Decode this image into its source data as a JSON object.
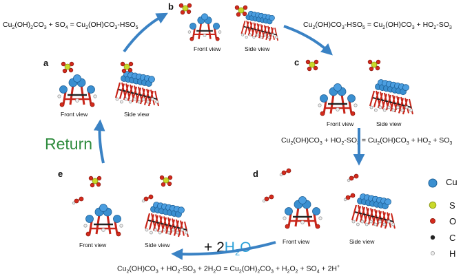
{
  "equations": {
    "top_left": [
      "Cu",
      "2",
      "(OH)",
      "2",
      "CO",
      "3",
      " + SO",
      "4",
      " = Cu",
      "2",
      "(OH)CO",
      "3",
      "-HSO",
      "5"
    ],
    "top_right": [
      "Cu",
      "2",
      "(OH)CO",
      "3",
      "-HSO",
      "5",
      " = Cu",
      "2",
      "(OH)CO",
      "3",
      " + HO",
      "2",
      "-SO",
      "3"
    ],
    "middle_right": [
      "Cu",
      "2",
      "(OH)CO",
      "3",
      " + HO",
      "2",
      "-SO",
      "3",
      " = Cu",
      "2",
      "(OH)CO",
      "3",
      " + HO",
      "2",
      " + SO",
      "3"
    ],
    "bottom": [
      "Cu",
      "2",
      "(OH)CO",
      "3",
      " + HO",
      "2",
      "-SO",
      "3",
      " + 2H",
      "2",
      "O = Cu",
      "2",
      "(OH)",
      "2",
      "CO",
      "3",
      " + H",
      "2",
      "O",
      "2",
      " + SO",
      "4",
      " + 2H",
      "+",
      ""
    ]
  },
  "panels": {
    "a": {
      "letter": "a",
      "front": "Front view",
      "side": "Side view"
    },
    "b": {
      "letter": "b",
      "front": "Front view",
      "side": "Side view"
    },
    "c": {
      "letter": "c",
      "front": "Front view",
      "side": "Side view"
    },
    "d": {
      "letter": "d",
      "front": "Front view",
      "side": "Side view"
    },
    "e": {
      "letter": "e",
      "front": "Front view",
      "side": "Side view"
    }
  },
  "return_label": "Return",
  "water_label": {
    "prefix": "+ 2",
    "h": "H",
    "sub": "2",
    "o": "O"
  },
  "legend": [
    {
      "label": "Cu",
      "color": "#3a8fd0"
    },
    {
      "label": "S",
      "color": "#c9d92a"
    },
    {
      "label": "O",
      "color": "#d42a1c"
    },
    {
      "label": "C",
      "color": "#222222"
    },
    {
      "label": "H",
      "color": "#e8e8e8"
    }
  ],
  "colors": {
    "arrow": "#3a82c4",
    "return": "#2e8b3d"
  }
}
